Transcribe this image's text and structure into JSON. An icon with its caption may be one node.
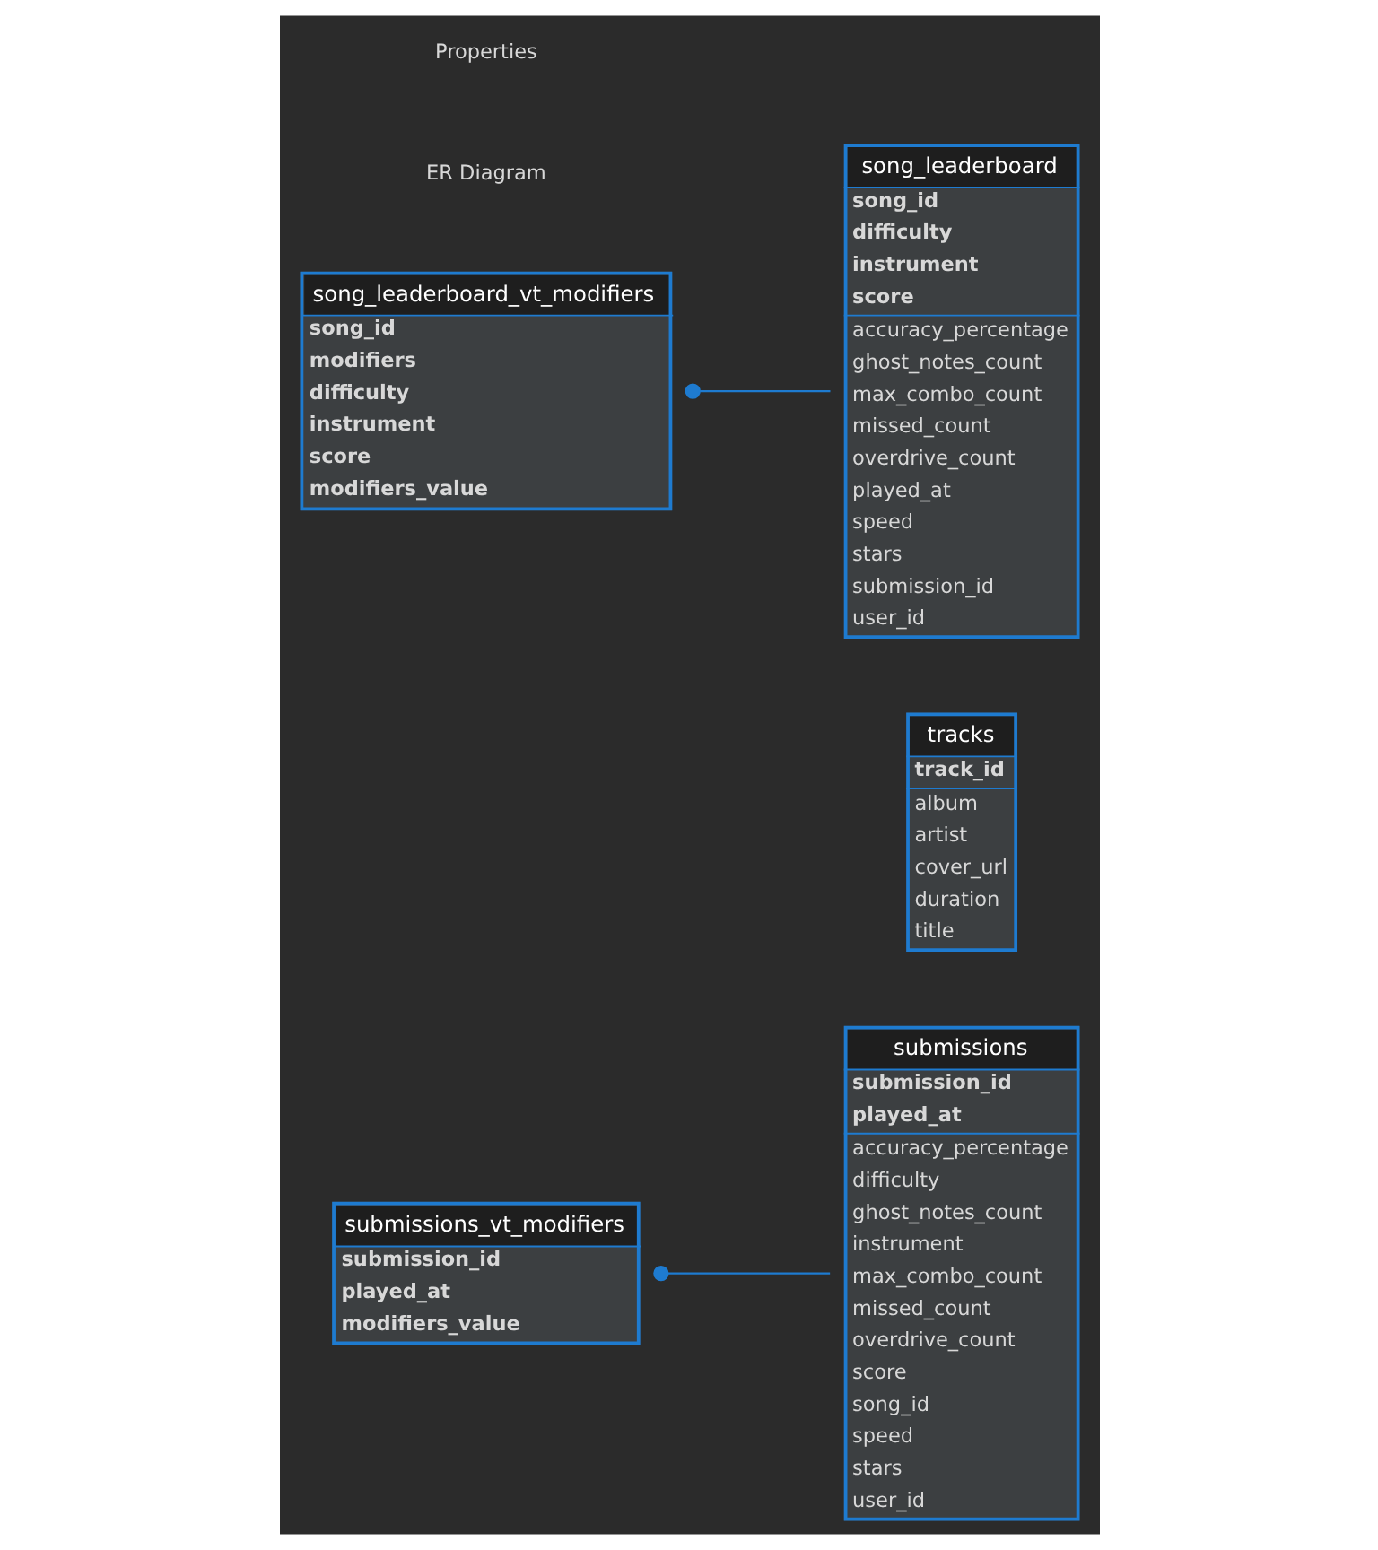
{
  "diagram": {
    "nodes": [
      {
        "text": [
          "submissions_vt_modifiers",
          "**submission_id**",
          "**played_at**",
          "**modifiers_value**"
        ]
      },
      {
        "text": [
          "submissions",
          "**submission_id**",
          "**played_at**",
          "accuracy_percentage",
          "difficulty",
          "ghost_notes_count",
          "instrument",
          "max_combo_count",
          "missed_count",
          "overdrive_count",
          "score",
          "song_id",
          "speed",
          "stars",
          "user_id"
        ]
      },
      {
        "text": [
          "tracks",
          "**track_id**",
          "album",
          "artist",
          "cover_url",
          "duration",
          "title"
        ]
      },
      {
        "text": [
          "song_leaderboard",
          "**song_id**",
          "**difficulty**",
          "**instrument**",
          "**score**",
          "accuracy_percentage",
          "ghost_notes_count",
          "max_combo_count",
          "missed_count",
          "overdrive_count",
          "played_at",
          "speed",
          "stars",
          "submission_id",
          "user_id"
        ]
      },
      {
        "text": [
          "song_leaderboard_vt_modifiers",
          "**song_id**",
          "**modifiers**",
          "**difficulty**",
          "**instrument**",
          "**score**",
          "**modifiers_value**"
        ]
      }
    ],
    "edges": [
      {
        "from": 0,
        "to": 1,
        "arrow": "other"
      },
      {
        "from": 4,
        "to": 3,
        "arrow": "other"
      }
    ],
    "labels": [
      "Properties",
      "ER Diagram"
    ]
  }
}
